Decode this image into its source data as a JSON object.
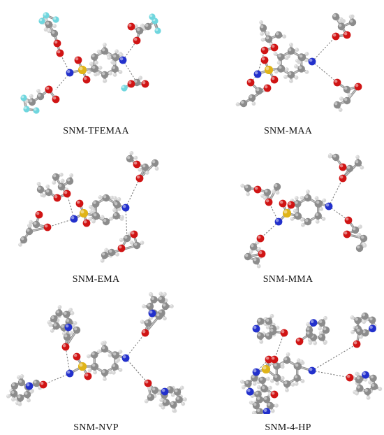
{
  "figure": {
    "panels": [
      {
        "label": "SNM-TFEMAA"
      },
      {
        "label": "SNM-MAA"
      },
      {
        "label": "SNM-EMA"
      },
      {
        "label": "SNM-MMA"
      },
      {
        "label": "SNM-NVP"
      },
      {
        "label": "SNM-4-HP"
      }
    ]
  },
  "colors": {
    "carbon": "#8c8c8c",
    "hydrogen": "#d6d6d6",
    "oxygen": "#d01414",
    "nitrogen": "#2230cc",
    "sulfur": "#e0b418",
    "fluorine": "#6fd6de",
    "hbond": "#7a7a7a",
    "background": "#ffffff"
  },
  "legend_icons": [
    "carbon-atom-icon",
    "hydrogen-atom-icon",
    "oxygen-atom-icon",
    "nitrogen-atom-icon",
    "sulfur-atom-icon",
    "fluorine-atom-icon"
  ]
}
